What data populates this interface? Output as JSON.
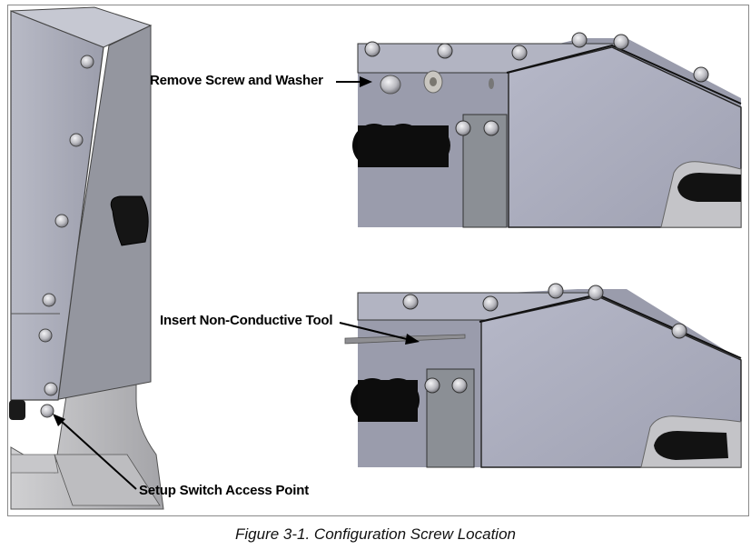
{
  "callouts": {
    "remove_screw": "Remove Screw and Washer",
    "insert_tool": "Insert Non-Conductive Tool",
    "setup_switch": "Setup Switch Access Point"
  },
  "caption": "Figure 3-1. Configuration Screw Location",
  "colors": {
    "enclosure_face": "#a5a7b5",
    "enclosure_side": "#8c8e9c",
    "enclosure_top": "#c3c5cf",
    "stand": "#b4b4b6",
    "knob": "#111111",
    "frame_border": "#8a8a8a"
  }
}
